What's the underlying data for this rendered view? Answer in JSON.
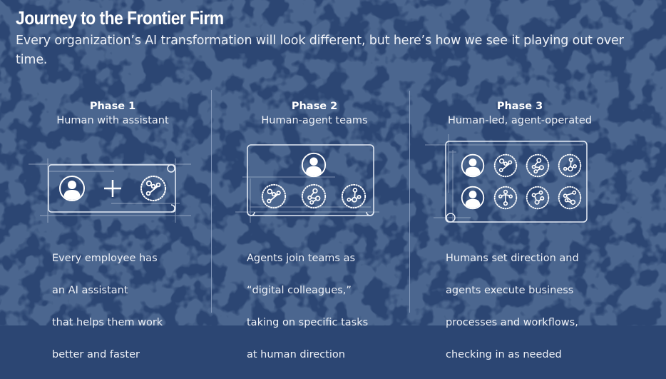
{
  "header": {
    "title": "Journey to the Frontier Firm",
    "subtitle": "Every organization’s AI transformation will look different, but here’s how we see it playing out over time."
  },
  "colors": {
    "background": "#2c4673",
    "text": "#ffffff",
    "line": "#c9d4e6"
  },
  "phases": [
    {
      "label": "Phase 1",
      "name": "Human with assistant",
      "diagram": [
        "person-icon",
        "plus-icon",
        "agent-network-icon"
      ],
      "description": [
        "Every employee has",
        "an AI assistant",
        "that helps them work",
        "better and faster"
      ]
    },
    {
      "label": "Phase 2",
      "name": "Human-agent teams",
      "diagram": [
        "person-icon",
        "agent-network-icon",
        "agent-network-icon",
        "agent-network-icon"
      ],
      "description": [
        "Agents join teams as",
        "“digital colleagues,”",
        "taking on specific tasks",
        "at human direction"
      ]
    },
    {
      "label": "Phase 3",
      "name": "Human-led, agent-operated",
      "diagram": [
        "person-icon",
        "agent-network-icon",
        "agent-network-icon",
        "agent-network-icon",
        "person-icon",
        "agent-network-icon",
        "agent-network-icon",
        "agent-network-icon"
      ],
      "description": [
        "Humans set direction and",
        "agents execute business",
        "processes and workflows,",
        "checking in as needed"
      ]
    }
  ]
}
